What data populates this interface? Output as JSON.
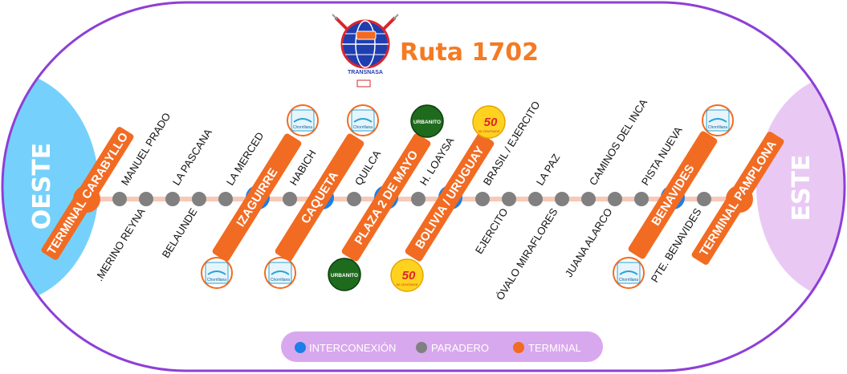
{
  "title": "Ruta 1702",
  "company_logo_text": "TRANSNASA",
  "west_label": "OESTE",
  "east_label": "ESTE",
  "terminals": [
    {
      "label": "TERMINAL CARABYLLO"
    },
    {
      "label": "TERMINAL PAMPLONA"
    }
  ],
  "interconnections": [
    {
      "label": "IZAGUIRRE"
    },
    {
      "label": "CAQUETA"
    },
    {
      "label": "PLAZA 2 DE MAYO"
    },
    {
      "label": "BOLIVIA / URUGUAY"
    },
    {
      "label": "BENAVIDES"
    }
  ],
  "stops_top": [
    {
      "label": "MANUEL PRADO"
    },
    {
      "label": "LA PASCANA"
    },
    {
      "label": "LA MERCED"
    },
    {
      "label": "HABICH"
    },
    {
      "label": "QUILCA"
    },
    {
      "label": "H. LOAYSA"
    },
    {
      "label": "BRASIL / EJERCITO"
    },
    {
      "label": "LA PAZ"
    },
    {
      "label": "CAMINOS DEL INCA"
    },
    {
      "label": "PISTA NUEVA"
    }
  ],
  "stops_bottom": [
    {
      "label": ".MERINO REYNA"
    },
    {
      "label": "BELAUNDE"
    },
    {
      "label": "EJERCITO"
    },
    {
      "label": "ÓVALO MIRAFLORES"
    },
    {
      "label": "JUANA ALARCO"
    },
    {
      "label": "PTE. BENAVIDES"
    }
  ],
  "badges": {
    "urbanito": "URBANITO",
    "fifty": "50",
    "fifty_sub": "50 CENTIMOS",
    "chorrillana": "Chorrillana"
  },
  "legend": [
    {
      "label": "INTERCONEXIÓN",
      "color": "#1a7fe8"
    },
    {
      "label": "PARADERO",
      "color": "#808080"
    },
    {
      "label": "TERMINAL",
      "color": "#f26b22"
    }
  ],
  "colors": {
    "accent_orange": "#f26b22",
    "interconnection_blue": "#1a7fe8",
    "stop_gray": "#808080",
    "track_pink": "#f6c9b8",
    "west_blue": "#75d1fb",
    "east_lilac": "#e9c9f4",
    "border_purple": "#8e3fd6",
    "legend_bg": "#d8a8ee",
    "urbanito_green": "#1e6b1e",
    "fifty_yellow": "#ffd21f"
  }
}
